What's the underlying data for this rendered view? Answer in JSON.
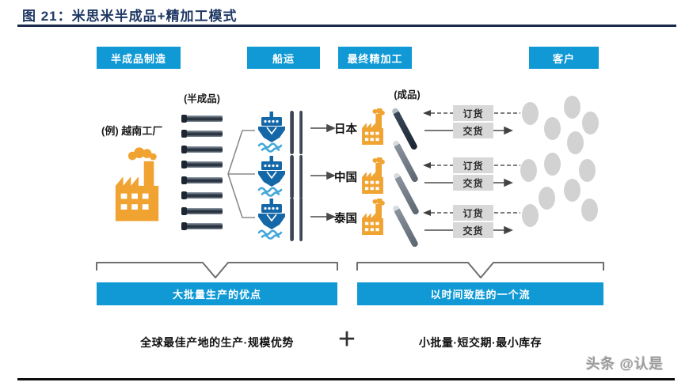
{
  "figure": {
    "title": "图 21：米思米半成品+精加工模式",
    "watermark": "头条 @认是"
  },
  "headers": {
    "semi_manufacturing": "半成品制造",
    "shipping": "船运",
    "final_processing": "最终精加工",
    "customers": "客户"
  },
  "left": {
    "factory_label": "(例) 越南工厂",
    "semi_products_label": "(半成品)"
  },
  "finished_products_label": "(成品)",
  "routes": [
    {
      "country": "日本",
      "order": "订货",
      "delivery": "交货"
    },
    {
      "country": "中国",
      "order": "订货",
      "delivery": "交货"
    },
    {
      "country": "泰国",
      "order": "订货",
      "delivery": "交货"
    }
  ],
  "summary": {
    "left_box": "大批量生产的优点",
    "right_box": "以时间致胜的一个流",
    "left_note": "全球最佳产地的生产·规模优势",
    "plus": "+",
    "right_note": "小批量·短交期·最小库存"
  },
  "colors": {
    "accent_blue": "#1099d5",
    "title_navy": "#1f3864",
    "factory_orange": "#f0a330",
    "ship_blue": "#1568a8",
    "wave_blue": "#42a7da",
    "flowbox_gray": "#d8d8d8",
    "customer_dot_gray": "#d2d2d2"
  }
}
